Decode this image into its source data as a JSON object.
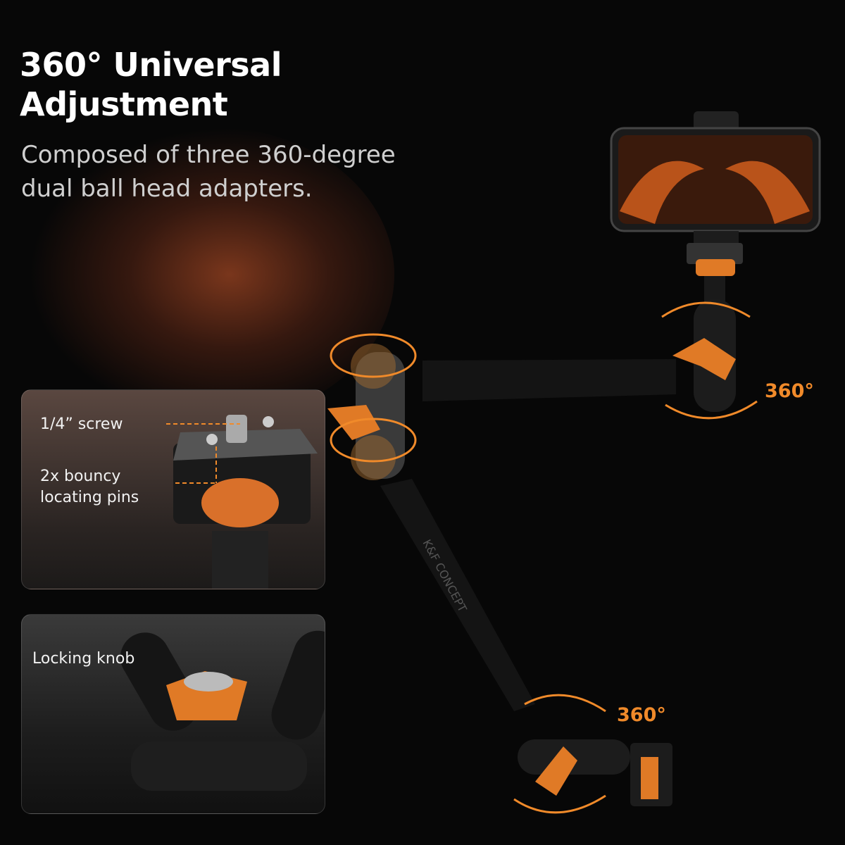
{
  "header": {
    "title_line1": "360° Universal",
    "title_line2": "Adjustment",
    "subtitle_line1": "Composed of three 360-degree",
    "subtitle_line2": "dual ball head adapters."
  },
  "callouts": {
    "card1": {
      "screw_label": "1/4” screw",
      "pins_line1": "2x bouncy",
      "pins_line2": "locating pins"
    },
    "card2": {
      "knob_label": "Locking knob"
    }
  },
  "rotation_labels": {
    "top_right": "360°",
    "bottom": "360°"
  },
  "brand_text": "K&F CONCEPT",
  "colors": {
    "accent": "#f08a2a",
    "background": "#070707"
  }
}
